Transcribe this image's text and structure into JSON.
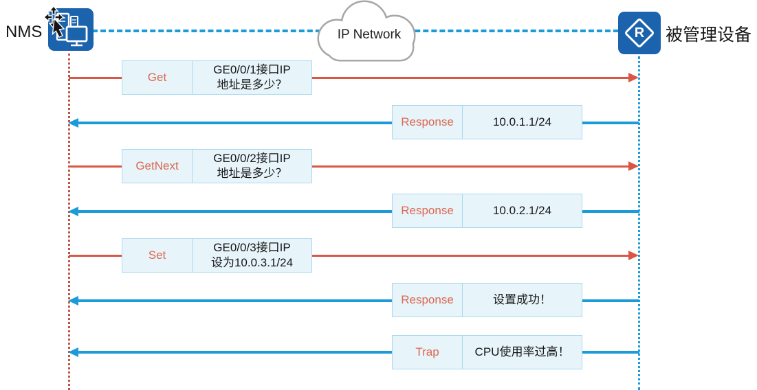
{
  "header": {
    "nms_label": "NMS",
    "network_label": "IP Network",
    "device_label": "被管理设备",
    "device_icon_letter": "R"
  },
  "colors": {
    "request": "#d95744",
    "response": "#1b9bd8",
    "icon_blue": "#1b63ad",
    "box_fill": "#e7f4fa",
    "box_border": "#a9d9ef",
    "label_text": "#dd6852"
  },
  "messages": [
    {
      "direction": "request",
      "label": "Get",
      "line1": "GE0/0/1接口IP",
      "line2": "地址是多少？"
    },
    {
      "direction": "response",
      "label": "Response",
      "line1": "10.0.1.1/24",
      "line2": ""
    },
    {
      "direction": "request",
      "label": "GetNext",
      "line1": "GE0/0/2接口IP",
      "line2": "地址是多少？"
    },
    {
      "direction": "response",
      "label": "Response",
      "line1": "10.0.2.1/24",
      "line2": ""
    },
    {
      "direction": "request",
      "label": "Set",
      "line1": "GE0/0/3接口IP",
      "line2": "设为10.0.3.1/24"
    },
    {
      "direction": "response",
      "label": "Response",
      "line1": "设置成功！",
      "line2": ""
    },
    {
      "direction": "response",
      "label": "Trap",
      "line1": "CPU使用率过高！",
      "line2": ""
    }
  ]
}
